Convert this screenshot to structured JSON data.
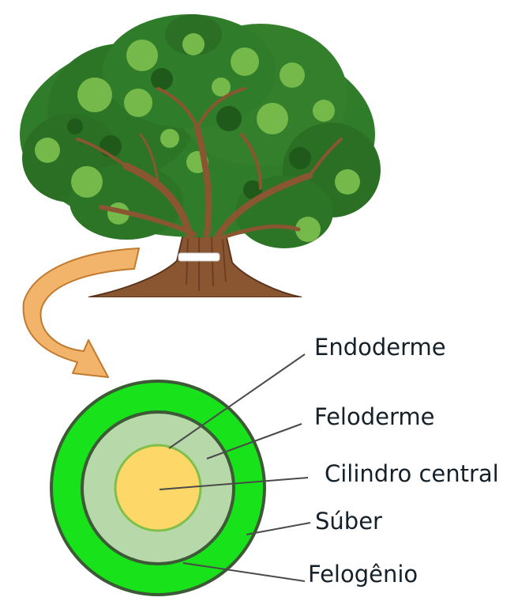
{
  "diagram": {
    "labels": {
      "endoderme": "Endoderme",
      "feloderme": "Feloderme",
      "cilindro_central": "Cilindro central",
      "suber": "Súber",
      "felogenio": "Felogênio"
    },
    "colors": {
      "suber": "#18e21a",
      "feloderme": "#b7d8a8",
      "cilindro_central": "#fdd868",
      "ring_stroke": "#3d5a36",
      "core_stroke": "#7fbf4a",
      "arrow_fill": "#f2b36a",
      "arrow_stroke": "#c17a2e",
      "leaf_dark": "#2f7d2a",
      "leaf_light": "#74b94a",
      "trunk": "#8a5632"
    },
    "icons": {
      "tree": "tree-illustration",
      "arrow": "curved-arrow-icon"
    }
  }
}
